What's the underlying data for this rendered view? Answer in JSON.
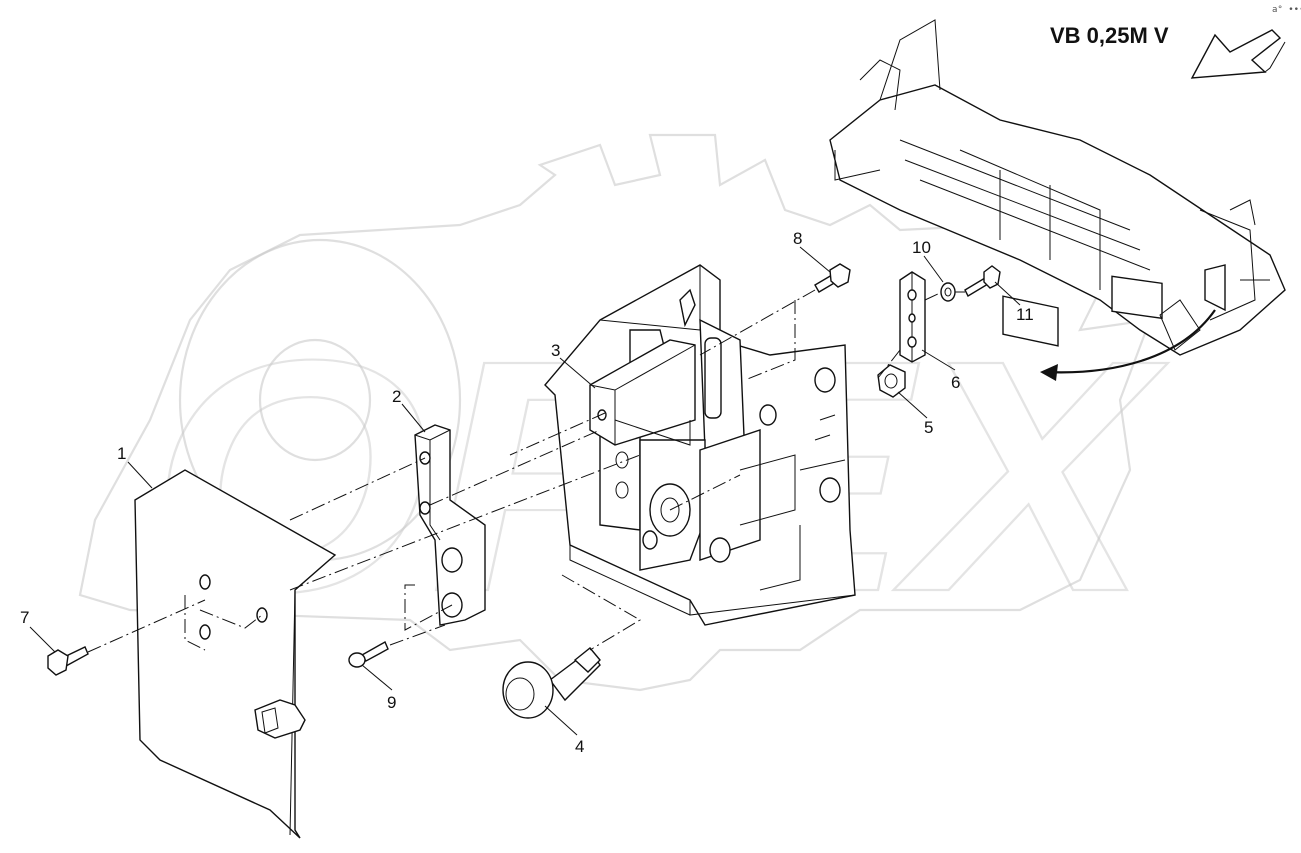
{
  "diagram": {
    "title": "VB 0,25M V",
    "corner_mark": "a° •••",
    "watermark_text": "OPEX",
    "callouts": [
      "1",
      "2",
      "3",
      "4",
      "5",
      "6",
      "7",
      "8",
      "9",
      "10",
      "11"
    ]
  }
}
